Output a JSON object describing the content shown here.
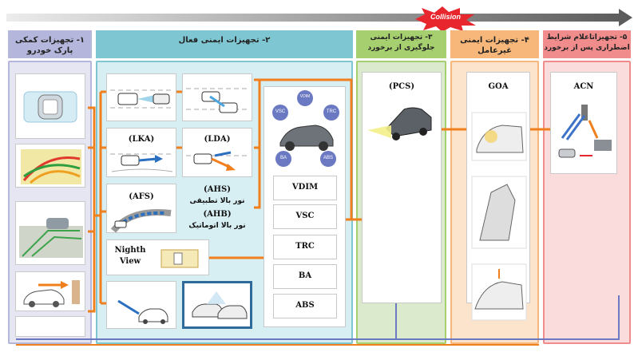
{
  "timeline": {
    "event_label": "Collision",
    "colors": {
      "arrow_start": "#e9e9e9",
      "arrow_end": "#5a5a5a",
      "burst": "#e8262d"
    }
  },
  "sections": [
    {
      "id": "parking",
      "title": "۱- تجهیزات کمکی پارک خودرو",
      "color": "#b4b6dc"
    },
    {
      "id": "active",
      "title": "۲- تجهیزات ایمنی فعال",
      "color": "#7fc6d3"
    },
    {
      "id": "precrash",
      "title": "۳- تجهیزات ایمنی جلوگیری از برخورد",
      "color": "#a6cf6f"
    },
    {
      "id": "passive",
      "title": "۴- تجهیزات ایمنی غیرعامل",
      "color": "#f7b77a"
    },
    {
      "id": "postcrash",
      "title": "۵- تجهیزاتاعلام شرایط اضطراری پس از برخورد",
      "color": "#f08c8c"
    }
  ],
  "active_cards": {
    "lka": "(LKA)",
    "lda": "(LDA)",
    "afs": "(AFS)",
    "ahs": "(AHS)",
    "ahs_fa": "نور بالا تطبیقی",
    "ahb": "(AHB)",
    "ahb_fa": "نور بالا اتوماتیک",
    "night_view": "Nighth View"
  },
  "vehicle_dynamics": {
    "badges": [
      "VDIM",
      "VSC",
      "TRC",
      "BA",
      "ABS"
    ],
    "systems": [
      "VDIM",
      "VSC",
      "TRC",
      "BA",
      "ABS"
    ]
  },
  "precrash_label": "(PCS)",
  "passive_label": "GOA",
  "postcrash_label": "ACN",
  "colors": {
    "connector": "#f07f1e",
    "connector_blue": "#6b79c2",
    "card_border": "#c9c9c9"
  }
}
